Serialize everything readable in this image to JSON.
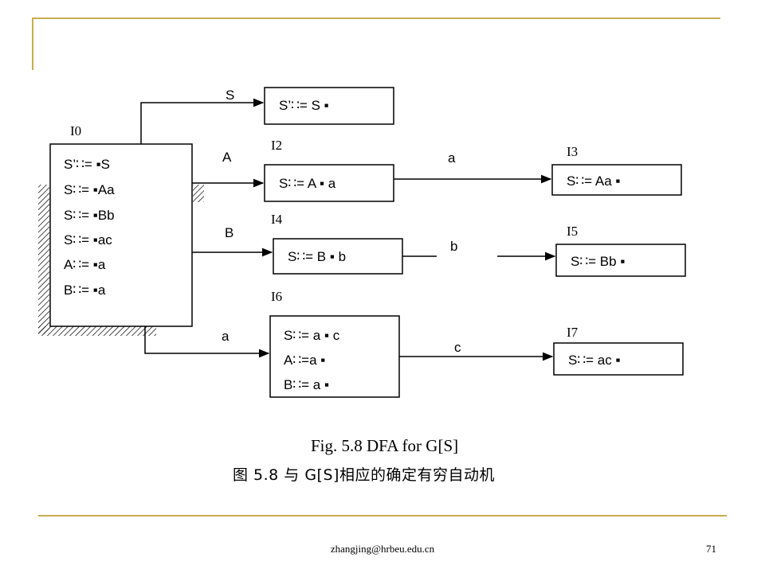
{
  "diagram": {
    "states": {
      "i0": {
        "label": "I0",
        "items": [
          "S’∷=  ▪S",
          "S∷=  ▪Aa",
          "S∷=  ▪Bb",
          "S∷=  ▪ac",
          "A∷= ▪a",
          "B∷=  ▪a"
        ]
      },
      "i1": {
        "label": "",
        "items": [
          "S’∷= S ▪"
        ]
      },
      "i2": {
        "label": "I2",
        "items": [
          "S∷= A ▪ a"
        ]
      },
      "i3": {
        "label": "I3",
        "items": [
          "S∷= Aa ▪"
        ]
      },
      "i4": {
        "label": "I4",
        "items": [
          "S∷= B ▪ b"
        ]
      },
      "i5": {
        "label": "I5",
        "items": [
          "S∷= Bb ▪"
        ]
      },
      "i6": {
        "label": "I6",
        "items": [
          "S∷= a ▪ c",
          "A∷=a ▪",
          "B∷= a ▪"
        ]
      },
      "i7": {
        "label": "I7",
        "items": [
          "S∷= ac ▪"
        ]
      }
    },
    "transitions": [
      {
        "from": "I0",
        "to": "S’∷= S ▪",
        "symbol": "S"
      },
      {
        "from": "I0",
        "to": "I2",
        "symbol": "A"
      },
      {
        "from": "I0",
        "to": "I4",
        "symbol": "B"
      },
      {
        "from": "I0",
        "to": "I6",
        "symbol": "a"
      },
      {
        "from": "I2",
        "to": "I3",
        "symbol": "a"
      },
      {
        "from": "I4",
        "to": "I5",
        "symbol": "b"
      },
      {
        "from": "I6",
        "to": "I7",
        "symbol": "c"
      }
    ]
  },
  "caption": {
    "english": "Fig. 5.8 DFA for G[S]",
    "chinese": "图 5.8   与 G[S]相应的确定有穷自动机"
  },
  "footer": {
    "email": "zhangjing@hrbeu.edu.cn",
    "page": "71"
  }
}
